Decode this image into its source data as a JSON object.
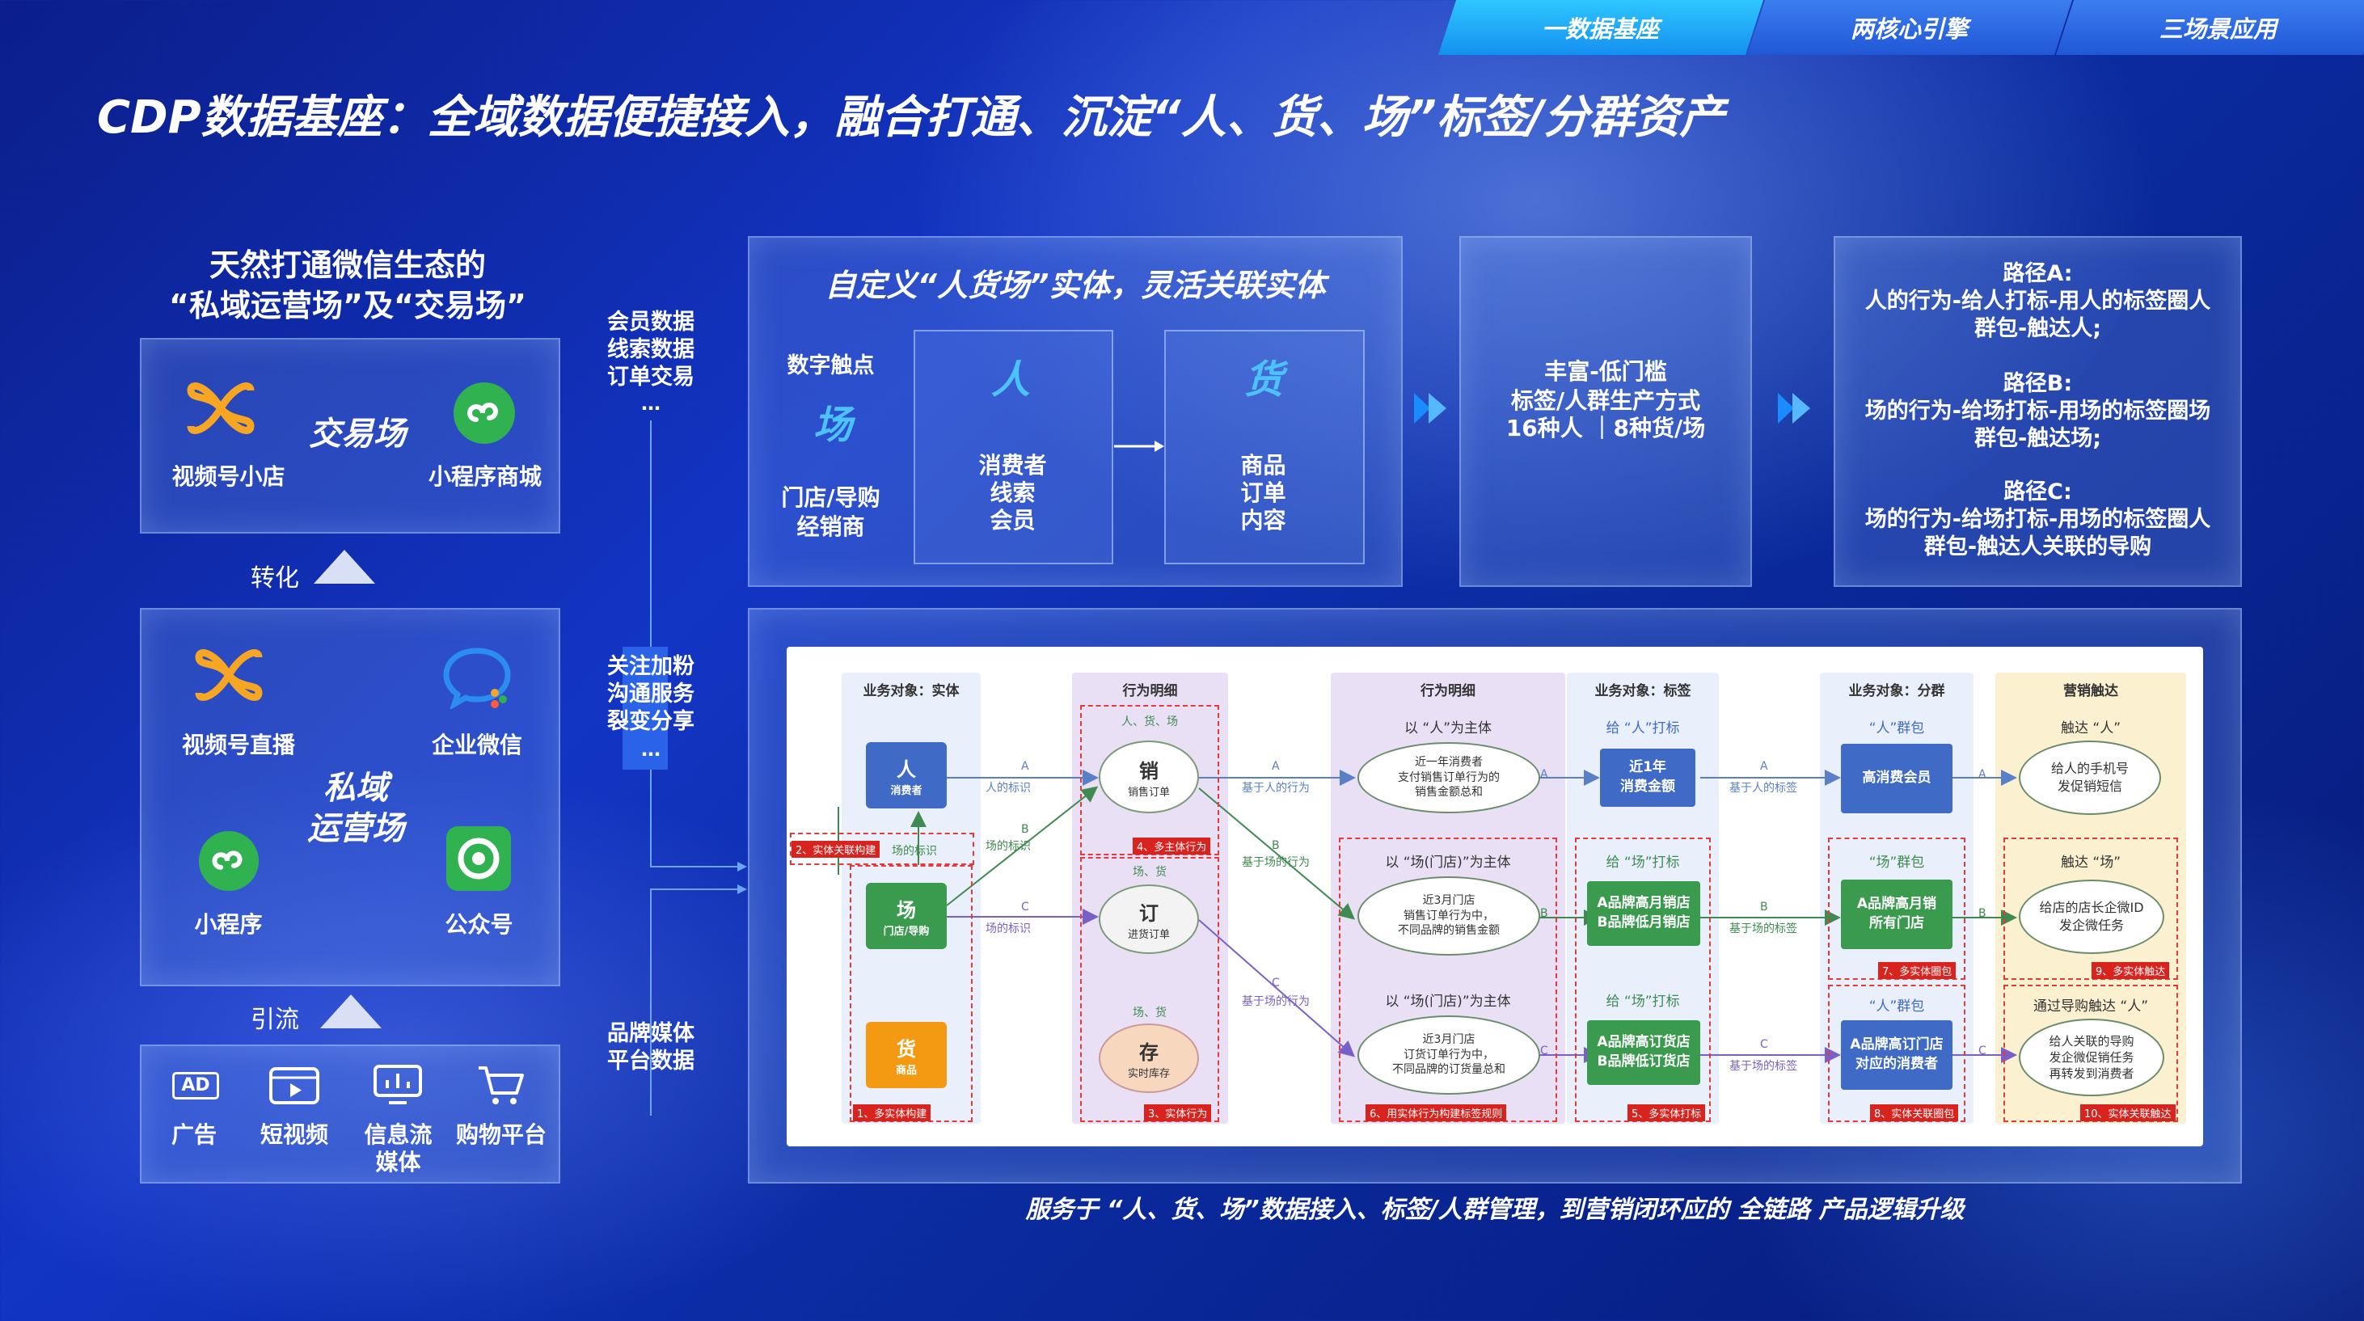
{
  "nav": {
    "tabs": [
      {
        "label": "一数据基座"
      },
      {
        "label": "两核心引擎"
      },
      {
        "label": "三场景应用"
      }
    ]
  },
  "page_title": "CDP数据基座：全域数据便捷接入，融合打通、沉淀“人、货、场”标签/分群资产",
  "left": {
    "heading_line1": "天然打通微信生态的",
    "heading_line2": "“私域运营场”及“交易场”",
    "trade": {
      "title": "交易场",
      "item1": "视频号小店",
      "item2": "小程序商城"
    },
    "convert_label": "转化",
    "private": {
      "title_line1": "私域",
      "title_line2": "运营场",
      "item1": "视频号直播",
      "item2": "企业微信",
      "item3": "小程序",
      "item4": "公众号"
    },
    "traffic_label": "引流",
    "media": {
      "item1": "广告",
      "item2": "短视频",
      "item3_line1": "信息流",
      "item3_line2": "媒体",
      "item4": "购物平台",
      "ad_icon_text": "AD"
    }
  },
  "flows": {
    "group1": [
      "会员数据",
      "线索数据",
      "订单交易",
      "…"
    ],
    "group2": [
      "关注加粉",
      "沟通服务",
      "裂变分享",
      "…"
    ],
    "group3": [
      "品牌媒体",
      "平台数据"
    ]
  },
  "entity_panel": {
    "title": "自定义“人货场”实体，灵活关联实体",
    "touchpoint": "数字触点",
    "chang": "场",
    "store_line1": "门店/导购",
    "store_line2": "经销商",
    "ren": "人",
    "ren_items": [
      "消费者",
      "线索",
      "会员"
    ],
    "huo": "货",
    "huo_items": [
      "商品",
      "订单",
      "内容"
    ]
  },
  "rich_panel": {
    "line1": "丰富-低门槛",
    "line2": "标签/人群生产方式",
    "line3": "16种人 ｜8种货/场"
  },
  "path_panel": {
    "a_title": "路径A:",
    "a_line1": "人的行为-给人打标-用人的标签圈人",
    "a_line2": "群包-触达人;",
    "b_title": "路径B:",
    "b_line1": "场的行为-给场打标-用场的标签圈场",
    "b_line2": "群包-触达场;",
    "c_title": "路径C:",
    "c_line1": "场的行为-给场打标-用场的标签圈人",
    "c_line2": "群包-触达人关联的导购"
  },
  "flowchart": {
    "columns": [
      "业务对象：实体",
      "行为明细",
      "行为明细",
      "业务对象：标签",
      "业务对象：分群",
      "营销触达"
    ],
    "entities": [
      {
        "name": "人",
        "sub": "消费者"
      },
      {
        "name": "场",
        "sub": "门店/导购"
      },
      {
        "name": "货",
        "sub": "商品"
      }
    ],
    "entity_links": {
      "ren_label": "人的标识",
      "chang_label": "场的标识",
      "link_tag": "2、实体关联构建",
      "multi_tag": "1、多实体构建"
    },
    "behaviors": [
      {
        "top": "人、货、场",
        "name": "销",
        "sub": "销售订单"
      },
      {
        "top": "场、货",
        "name": "订",
        "sub": "进货订单"
      },
      {
        "top": "场、货",
        "name": "存",
        "sub": "实时库存"
      }
    ],
    "behavior_tags": {
      "multi_subject": "4、多主体行为",
      "behavior3": "3、实体行为"
    },
    "edge_labels": {
      "a_letter": "A",
      "b_letter": "B",
      "c_letter": "C",
      "person_behavior": "基于人的行为",
      "store_behavior": "基于场的行为",
      "person_tag": "基于人的标签",
      "store_tag": "基于场的标签"
    },
    "detail_sections": [
      {
        "title": "以 “人”为主体",
        "desc_line1": "近一年消费者",
        "desc_line2": "支付销售订单行为的",
        "desc_line3": "销售金额总和"
      },
      {
        "title": "以 “场(门店)”为主体",
        "desc_line1": "近3月门店",
        "desc_line2": "销售订单行为中，",
        "desc_line3": "不同品牌的销售金额"
      },
      {
        "title": "以 “场(门店)”为主体",
        "desc_line1": "近3月门店",
        "desc_line2": "订货订单行为中，",
        "desc_line3": "不同品牌的订货量总和"
      }
    ],
    "detail_tag": "6、用实体行为构建标签规则",
    "tag_sections": [
      {
        "title": "给 “人”打标",
        "line1": "近1年",
        "line2": "消费金额"
      },
      {
        "title": "给 “场”打标",
        "line1": "A品牌高月销店",
        "line2": "B品牌低月销店"
      },
      {
        "title": "给 “场”打标",
        "line1": "A品牌高订货店",
        "line2": "B品牌低订货店"
      }
    ],
    "tag_tag": "5、多实体打标",
    "segment_sections": [
      {
        "title": "“人”群包",
        "line1": "高消费会员",
        "line2": ""
      },
      {
        "title": "“场”群包",
        "line1": "A品牌高月销",
        "line2": "所有门店"
      },
      {
        "title": "“人”群包",
        "line1": "A品牌高订门店",
        "line2": "对应的消费者"
      }
    ],
    "segment_tags": {
      "multi": "7、多实体圈包",
      "link": "8、实体关联圈包"
    },
    "reach_sections": [
      {
        "title": "触达 “人”",
        "line1": "给人的手机号",
        "line2": "发促销短信",
        "line3": ""
      },
      {
        "title": "触达 “场”",
        "line1": "给店的店长企微ID",
        "line2": "发企微任务",
        "line3": ""
      },
      {
        "title": "通过导购触达 “人”",
        "line1": "给人关联的导购",
        "line2": "发企微促销任务",
        "line3": "再转发到消费者"
      }
    ],
    "reach_tags": {
      "multi": "9、多实体触达",
      "link": "10、实体关联触达"
    }
  },
  "footer": "服务于 “人、货、场”数据接入、标签/人群管理，到营销闭环应的 全链路 产品逻辑升级",
  "colors": {
    "accent_cyan": "#1fb0ff",
    "entity_blue": "#3f6bc6",
    "entity_green": "#3a9a4e",
    "entity_orange": "#f39a12",
    "tag_red": "#d9231f"
  }
}
